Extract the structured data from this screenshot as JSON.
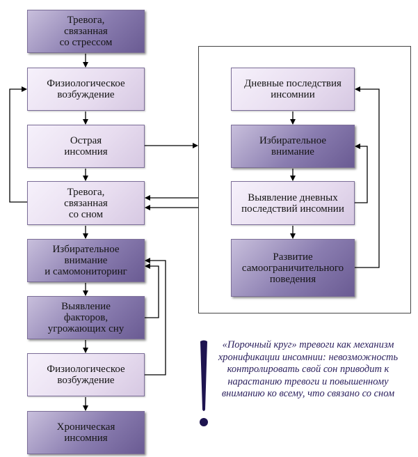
{
  "left_column": [
    {
      "id": "stress-anxiety",
      "text": "Тревога,\nсвязанная\nсо стрессом",
      "style": "dark"
    },
    {
      "id": "physio-arousal-1",
      "text": "Физиологическое\nвозбуждение",
      "style": "light"
    },
    {
      "id": "acute-insomnia",
      "text": "Острая\nинсомния",
      "style": "light"
    },
    {
      "id": "sleep-anxiety",
      "text": "Тревога,\nсвязанная\nсо сном",
      "style": "light"
    },
    {
      "id": "selective-attention-monitoring",
      "text": "Избирательное\nвнимание\nи самомониторинг",
      "style": "dark"
    },
    {
      "id": "sleep-threat-detection",
      "text": "Выявление\nфакторов,\nугрожающих сну",
      "style": "dark"
    },
    {
      "id": "physio-arousal-2",
      "text": "Физиологическое\nвозбуждение",
      "style": "light"
    },
    {
      "id": "chronic-insomnia",
      "text": "Хроническая\nинсомния",
      "style": "dark"
    }
  ],
  "right_column": [
    {
      "id": "daytime-consequences",
      "text": "Дневные последствия\nинсомнии",
      "style": "light"
    },
    {
      "id": "selective-attention",
      "text": "Избирательное\nвнимание",
      "style": "dark"
    },
    {
      "id": "daytime-detection",
      "text": "Выявление дневных\nпоследствий инсомнии",
      "style": "light"
    },
    {
      "id": "self-limiting-behavior",
      "text": "Развитие\nсамоограничительного\nповедения",
      "style": "dark"
    }
  ],
  "note": {
    "quote": "«Порочный круг»",
    "text": " тревоги как механизм хронификации инсомнии: невозможность контролировать свой сон приводит к нарастанию тревоги и повышенному вниманию ко всему, что связано со сном"
  },
  "colors": {
    "dark_fill": "#8a7db0",
    "light_fill": "#e7dcef",
    "note_text": "#2a1f5c",
    "exclamation": "#1e1450"
  }
}
